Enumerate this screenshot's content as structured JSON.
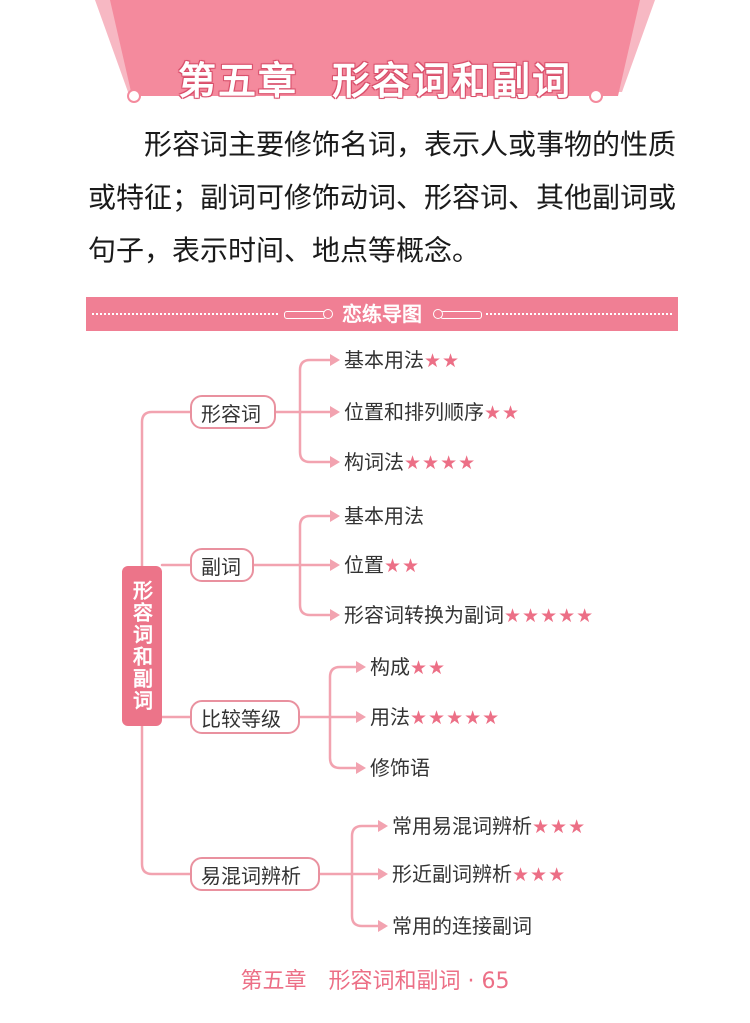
{
  "chapter_title_part1": "第五章",
  "chapter_title_part2": "形容词和副词",
  "intro": "形容词主要修饰名词，表示人或事物的性质或特征；副词可修饰动词、形容词、其他副词或句子，表示时间、地点等概念。",
  "mindmap": {
    "header": "恋练导图",
    "root": "形容词和副词",
    "branches": [
      {
        "label": "形容词",
        "leaves": [
          {
            "label": "基本用法",
            "stars": "★★"
          },
          {
            "label": "位置和排列顺序",
            "stars": "★★"
          },
          {
            "label": "构词法",
            "stars": "★★★★"
          }
        ]
      },
      {
        "label": "副词",
        "leaves": [
          {
            "label": "基本用法",
            "stars": ""
          },
          {
            "label": "位置",
            "stars": "★★"
          },
          {
            "label": "形容词转换为副词",
            "stars": "★★★★★"
          }
        ]
      },
      {
        "label": "比较等级",
        "leaves": [
          {
            "label": "构成",
            "stars": "★★"
          },
          {
            "label": "用法",
            "stars": "★★★★★"
          },
          {
            "label": "修饰语",
            "stars": ""
          }
        ]
      },
      {
        "label": "易混词辨析",
        "leaves": [
          {
            "label": "常用易混词辨析",
            "stars": "★★★"
          },
          {
            "label": "形近副词辨析",
            "stars": "★★★"
          },
          {
            "label": "常用的连接副词",
            "stars": ""
          }
        ]
      }
    ]
  },
  "footer": "第五章　形容词和副词 · 65",
  "colors": {
    "accent": "#ec7489",
    "line": "#f2a3b0",
    "banner": "#f48a9d"
  }
}
